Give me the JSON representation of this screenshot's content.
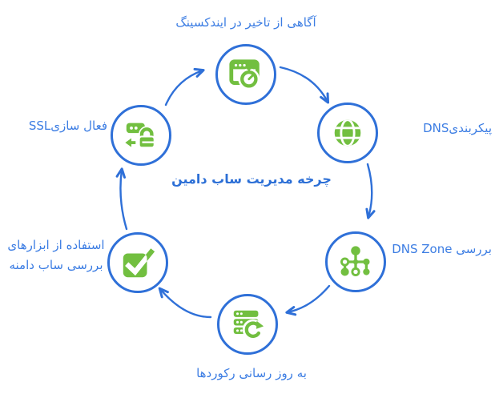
{
  "diagram": {
    "title": "چرخه مدیریت ساب دامین",
    "colors": {
      "accent_blue": "#2F70D8",
      "label_blue": "#3C7DE3",
      "icon_green": "#72BF40",
      "background": "#FFFFFF"
    },
    "nodes": {
      "top": {
        "label": "آگاهی از تاخیر در ایندکسینگ",
        "icon": "browser-stopwatch-icon"
      },
      "right_upper": {
        "label": "پیکربندیDNS",
        "icon": "globe-icon"
      },
      "right_lower": {
        "label": "بررسی DNS Zone",
        "icon": "network-nodes-icon"
      },
      "bottom": {
        "label": "به روز رسانی رکوردها",
        "icon": "server-refresh-icon"
      },
      "left_lower": {
        "label_line1": "استفاده از ابزارهای",
        "label_line2": "بررسی ساب دامنه",
        "icon": "checkmark-icon"
      },
      "left_upper": {
        "label": "فعال سازیSSL",
        "icon": "ssl-lock-icon"
      }
    }
  }
}
